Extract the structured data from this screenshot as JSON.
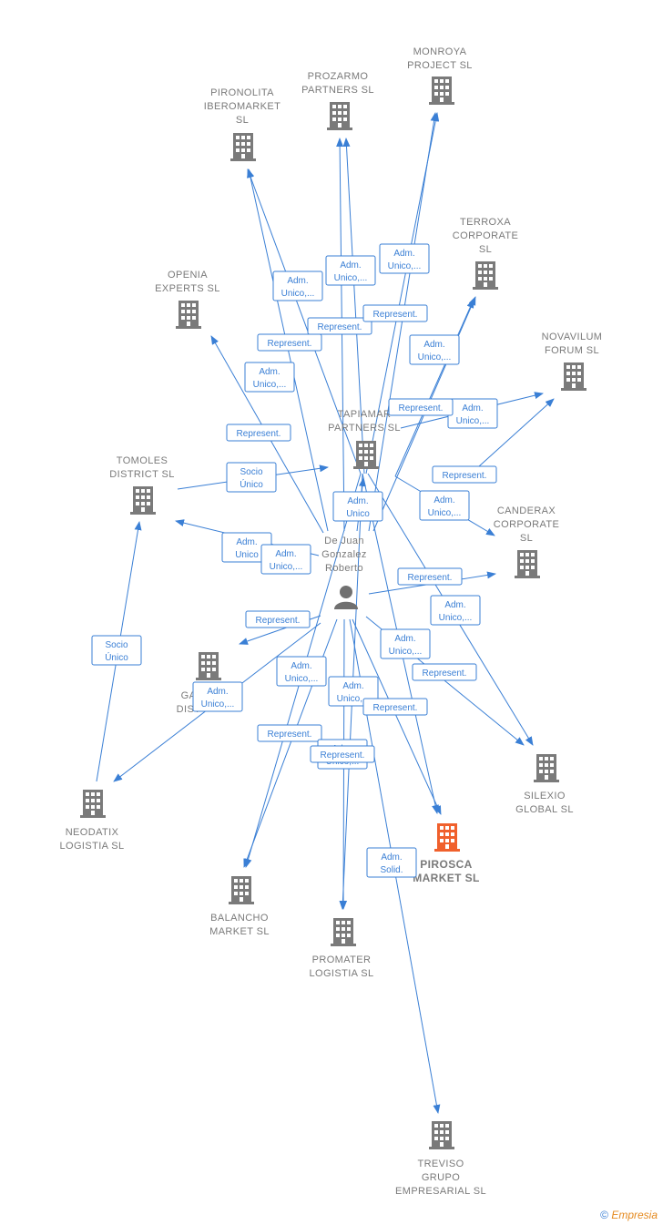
{
  "colors": {
    "edge": "#3a7fd5",
    "building": "#7a7a7a",
    "focus_building": "#f0602c",
    "person": "#707070"
  },
  "nodes": [
    {
      "id": "monroya",
      "lines": [
        "MONROYA",
        "PROJECT  SL"
      ],
      "type": "building"
    },
    {
      "id": "prozarmo",
      "lines": [
        "PROZARMO",
        "PARTNERS  SL"
      ],
      "type": "building"
    },
    {
      "id": "pironolita",
      "lines": [
        "PIRONOLITA",
        "IBEROMARKET",
        "SL"
      ],
      "type": "building"
    },
    {
      "id": "terroxa",
      "lines": [
        "TERROXA",
        "CORPORATE",
        "SL"
      ],
      "type": "building"
    },
    {
      "id": "openia",
      "lines": [
        "OPENIA",
        "EXPERTS  SL"
      ],
      "type": "building"
    },
    {
      "id": "novavilum",
      "lines": [
        "NOVAVILUM",
        "FORUM  SL"
      ],
      "type": "building"
    },
    {
      "id": "tapiamar",
      "lines": [
        "TAPIAMAR",
        "PARTNERS  SL"
      ],
      "type": "building"
    },
    {
      "id": "tomoles",
      "lines": [
        "TOMOLES",
        "DISTRICT  SL"
      ],
      "type": "building"
    },
    {
      "id": "canderax",
      "lines": [
        "CANDERAX",
        "CORPORATE",
        "SL"
      ],
      "type": "building"
    },
    {
      "id": "person",
      "lines": [
        "De Juan",
        "Gonzalez",
        "Roberto"
      ],
      "type": "person"
    },
    {
      "id": "ga",
      "lines": [
        "GA",
        "DIST"
      ],
      "type": "building"
    },
    {
      "id": "silexio",
      "lines": [
        "SILEXIO",
        "GLOBAL  SL"
      ],
      "type": "building"
    },
    {
      "id": "neodatix",
      "lines": [
        "NEODATIX",
        "LOGISTIA  SL"
      ],
      "type": "building"
    },
    {
      "id": "pirosca",
      "lines": [
        "PIROSCA",
        "MARKET  SL"
      ],
      "type": "building",
      "focus": true
    },
    {
      "id": "balancho",
      "lines": [
        "BALANCHO",
        "MARKET  SL"
      ],
      "type": "building"
    },
    {
      "id": "promater",
      "lines": [
        "PROMATER",
        "LOGISTIA  SL"
      ],
      "type": "building"
    },
    {
      "id": "treviso",
      "lines": [
        "TREVISO",
        "GRUPO",
        "EMPRESARIAL SL"
      ],
      "type": "building"
    }
  ],
  "edges": [
    {
      "from": "person",
      "to": "monroya",
      "labels": [
        [
          "Adm.",
          "Unico,..."
        ]
      ]
    },
    {
      "from": "person",
      "to": "prozarmo",
      "labels": [
        [
          "Adm.",
          "Unico,..."
        ],
        [
          "Represent."
        ]
      ]
    },
    {
      "from": "person",
      "to": "pironolita",
      "labels": [
        [
          "Adm.",
          "Unico,..."
        ],
        [
          "Represent."
        ]
      ]
    },
    {
      "from": "person",
      "to": "terroxa",
      "labels": [
        [
          "Adm.",
          "Unico,..."
        ],
        [
          "Represent."
        ]
      ]
    },
    {
      "from": "person",
      "to": "openia",
      "labels": [
        [
          "Adm.",
          "Unico,..."
        ],
        [
          "Represent."
        ]
      ]
    },
    {
      "from": "person",
      "to": "novavilum",
      "labels": [
        [
          "Adm.",
          "Unico,..."
        ],
        [
          "Represent."
        ],
        [
          "Represent."
        ]
      ]
    },
    {
      "from": "person",
      "to": "tapiamar",
      "labels": [
        [
          "Adm.",
          "Unico"
        ]
      ]
    },
    {
      "from": "tapiamar",
      "to": "tomoles",
      "labels": [
        [
          "Socio",
          "Único"
        ]
      ]
    },
    {
      "from": "person",
      "to": "tomoles",
      "labels": [
        [
          "Adm.",
          "Unico"
        ]
      ]
    },
    {
      "from": "person",
      "to": "canderax",
      "labels": [
        [
          "Represent."
        ],
        [
          "Adm.",
          "Unico,..."
        ]
      ]
    },
    {
      "from": "person",
      "to": "ga",
      "labels": [
        [
          "Adm.",
          "Unico,..."
        ],
        [
          "Represent."
        ]
      ]
    },
    {
      "from": "person",
      "to": "silexio",
      "labels": [
        [
          "Adm.",
          "Unico,..."
        ],
        [
          "Adm.",
          "Unico,..."
        ],
        [
          "Represent."
        ]
      ]
    },
    {
      "from": "tomoles",
      "to": "neodatix",
      "labels": [
        [
          "Socio",
          "Único"
        ]
      ]
    },
    {
      "from": "person",
      "to": "neodatix",
      "labels": [
        [
          "Adm.",
          "Unico,..."
        ]
      ]
    },
    {
      "from": "person",
      "to": "pirosca",
      "labels": [
        [
          "Adm.",
          "Unico,..."
        ],
        [
          "Represent."
        ]
      ]
    },
    {
      "from": "person",
      "to": "balancho",
      "labels": [
        [
          "Adm.",
          "Unico,..."
        ],
        [
          "Represent."
        ]
      ]
    },
    {
      "from": "person",
      "to": "promater",
      "labels": [
        [
          "Adm.",
          "Unico,..."
        ],
        [
          "Represent."
        ]
      ]
    },
    {
      "from": "person",
      "to": "treviso",
      "labels": [
        [
          "Adm.",
          "Solid."
        ]
      ]
    }
  ],
  "footer": {
    "copyright": "©",
    "brand": "Empresia"
  }
}
